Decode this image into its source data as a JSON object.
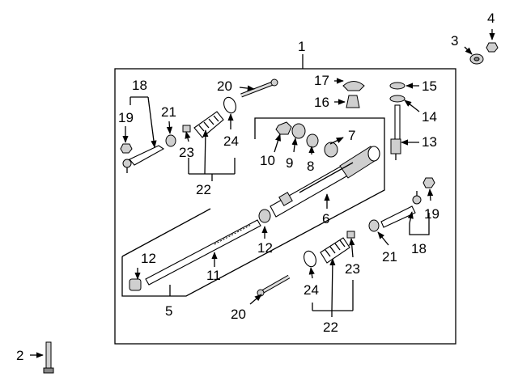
{
  "callouts": {
    "c1": "1",
    "c2": "2",
    "c3": "3",
    "c4": "4",
    "c5": "5",
    "c6": "6",
    "c7": "7",
    "c8": "8",
    "c9": "9",
    "c10": "10",
    "c11": "11",
    "c12a": "12",
    "c12b": "12",
    "c13": "13",
    "c14": "14",
    "c15": "15",
    "c16": "16",
    "c17": "17",
    "c18a": "18",
    "c18b": "18",
    "c19a": "19",
    "c19b": "19",
    "c20a": "20",
    "c20b": "20",
    "c21a": "21",
    "c21b": "21",
    "c22a": "22",
    "c22b": "22",
    "c23a": "23",
    "c23b": "23",
    "c24a": "24",
    "c24b": "24"
  }
}
